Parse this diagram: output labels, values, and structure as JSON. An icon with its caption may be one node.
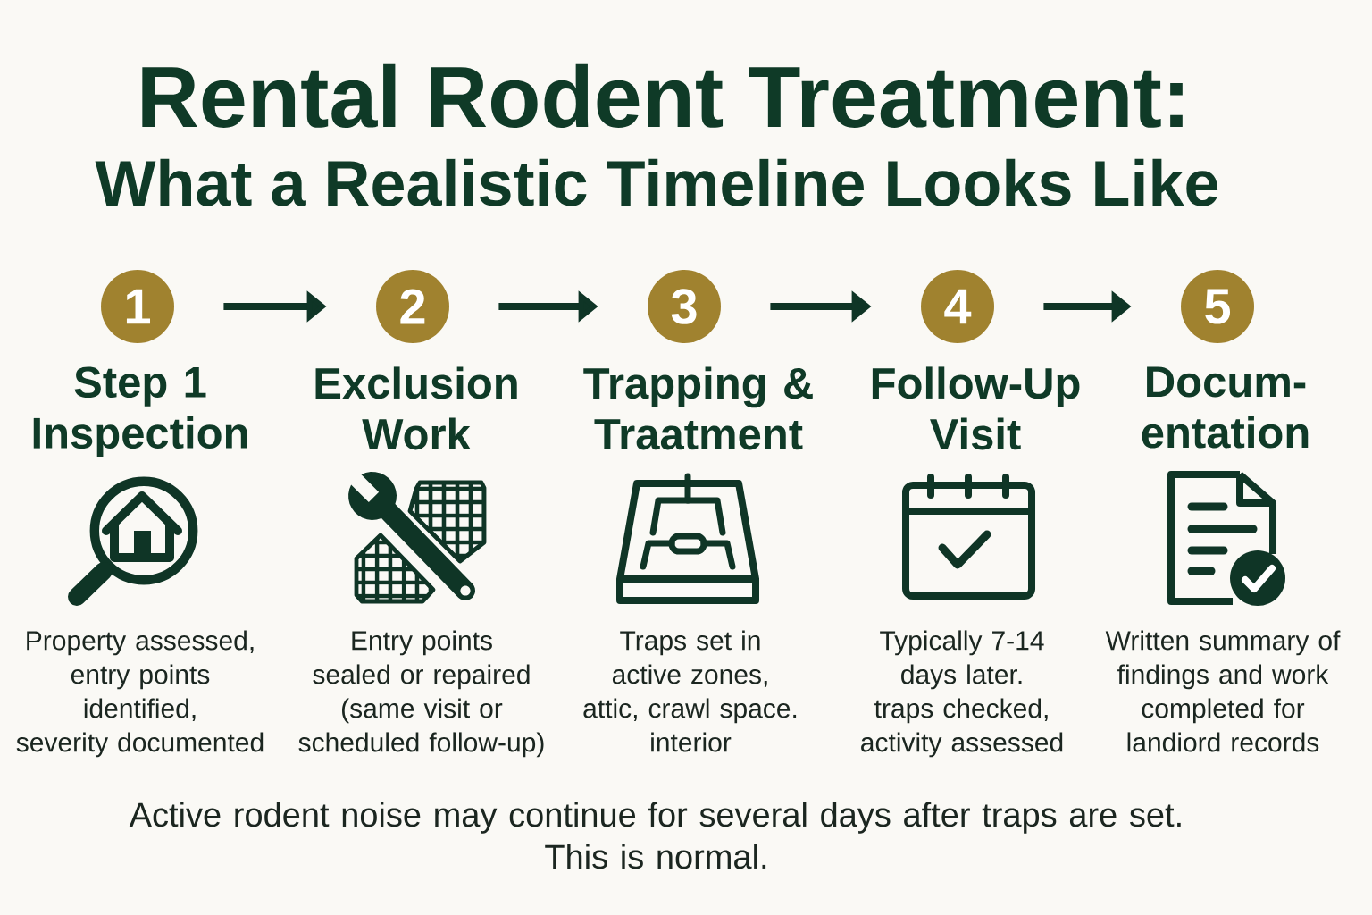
{
  "diagram": {
    "title": "Rental Rodent Treatment:",
    "caption": "Active rodent noise may continue for several days after traps are set. This is normal.",
    "nodes": [
      {
        "text": [
          "1",
          "Step 1 Inspection"
        ]
      },
      {
        "text": [
          "2",
          "Exclusion Work"
        ]
      },
      {
        "text": [
          "3",
          "Trapping & Traatment"
        ]
      },
      {
        "text": [
          "4",
          "Follow-Up Visit"
        ]
      },
      {
        "text": [
          "5",
          "Docum- entation"
        ]
      }
    ],
    "edges": [
      {
        "from": 0,
        "to": 1,
        "arrow": "to"
      },
      {
        "from": 1,
        "to": 2,
        "arrow": "to"
      },
      {
        "from": 2,
        "to": 3,
        "arrow": "to"
      },
      {
        "from": 3,
        "to": 4,
        "arrow": "to"
      }
    ],
    "labels": [
      "What a Realistic Timeline Looks Like",
      "Property assessed, entry points identified, severity documented",
      "Entry points sealed or repaired (same visit or scheduled follow-up)",
      "Traps set in active zones, attic, crawl space. interior",
      "Typically 7-14 days later. traps checked, activity assessed",
      "Written summary of findings and work completed for landiord records"
    ]
  }
}
